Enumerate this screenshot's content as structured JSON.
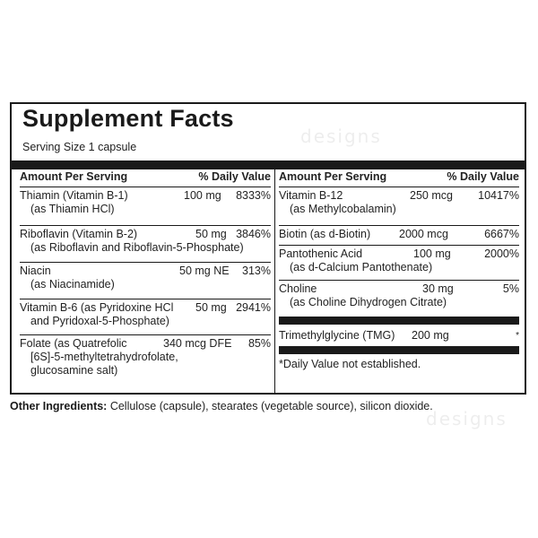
{
  "title": "Supplement Facts",
  "serving_size": "Serving Size 1 capsule",
  "header": {
    "amount_label": "Amount Per Serving",
    "dv_label": "% Daily Value"
  },
  "left_rows": [
    {
      "lines": [
        "Thiamin (Vitamin B-1)",
        "(as Thiamin HCl)"
      ],
      "amount": "100 mg",
      "dv": "8333%"
    },
    {
      "lines": [
        "Riboflavin (Vitamin B-2)",
        "(as Riboflavin and Riboflavin-5-Phosphate)"
      ],
      "amount": "50 mg",
      "dv": "3846%"
    },
    {
      "lines": [
        "Niacin",
        "(as Niacinamide)"
      ],
      "amount": "50 mg NE",
      "dv": "313%"
    },
    {
      "lines": [
        "Vitamin B-6 (as Pyridoxine HCl",
        "and Pyridoxal-5-Phosphate)"
      ],
      "amount": "50 mg",
      "dv": "2941%"
    },
    {
      "lines": [
        "Folate (as Quatrefolic",
        "[6S]-5-methyltetrahydrofolate,",
        "glucosamine salt)"
      ],
      "amount": "340 mcg DFE",
      "dv": "85%"
    }
  ],
  "right_rows": [
    {
      "lines": [
        "Vitamin B-12",
        "(as Methylcobalamin)"
      ],
      "amount": "250 mcg",
      "dv": "10417%"
    },
    {
      "lines": [
        "Biotin (as d-Biotin)"
      ],
      "amount": "2000 mcg",
      "dv": "6667%"
    },
    {
      "lines": [
        "Pantothenic Acid",
        "(as d-Calcium Pantothenate)"
      ],
      "amount": "100 mg",
      "dv": "2000%"
    },
    {
      "lines": [
        "Choline",
        "(as Choline Dihydrogen Citrate)"
      ],
      "amount": "30 mg",
      "dv": "5%"
    }
  ],
  "tmg_row": {
    "name": "Trimethylglycine (TMG)",
    "amount": "200 mg",
    "dv": "*"
  },
  "footnote": "*Daily Value not established.",
  "other_ingredients": {
    "label": "Other Ingredients:",
    "text": " Cellulose (capsule), stearates (vegetable source), silicon dioxide."
  },
  "watermark": "designs"
}
